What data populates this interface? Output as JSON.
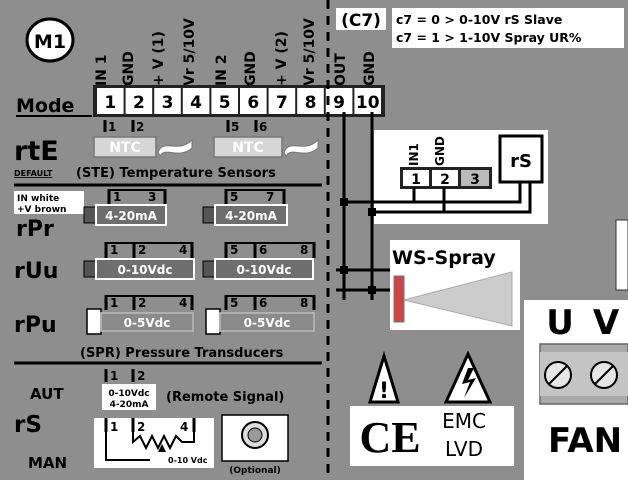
{
  "module": "M1",
  "c7_label": "(C7)",
  "c7_note_0": "c7 = 0 > 0-10V rS Slave",
  "c7_note_1": "c7 = 1 > 1-10V Spray UR%",
  "mode_label": "Mode",
  "top_labels": [
    "IN 1",
    "GND",
    "+ V (1)",
    "Vr 5/10V",
    "IN 2",
    "GND",
    "+ V (2)",
    "Vr 5/10V",
    "OUT",
    "GND"
  ],
  "terminals": [
    "1",
    "2",
    "3",
    "4",
    "5",
    "6",
    "7",
    "8",
    "9",
    "10"
  ],
  "rte": {
    "code": "rtE",
    "default": "DEFAULT",
    "desc": "(STE) Temperature Sensors",
    "pins_a": [
      "1",
      "2"
    ],
    "pins_b": [
      "5",
      "6"
    ],
    "sensor": "NTC"
  },
  "rpr": {
    "code": "rPr",
    "wire_note_0": "IN white",
    "wire_note_1": "+V brown",
    "pins_a": [
      "1",
      "3"
    ],
    "pins_b": [
      "5",
      "7"
    ],
    "signal": "4-20mA"
  },
  "ruu": {
    "code": "rUu",
    "pins_a": [
      "1",
      "2",
      "4"
    ],
    "pins_b": [
      "5",
      "6",
      "8"
    ],
    "signal": "0-10Vdc"
  },
  "rpu": {
    "code": "rPu",
    "pins_a": [
      "1",
      "2",
      "4"
    ],
    "pins_b": [
      "5",
      "6",
      "8"
    ],
    "signal": "0-5Vdc"
  },
  "spr_desc": "(SPR) Pressure Transducers",
  "rs_section": {
    "aut": "AUT",
    "code": "rS",
    "man": "MAN",
    "pins_aut": [
      "1",
      "2"
    ],
    "sig_0": "0-10Vdc",
    "sig_1": "4-20mA",
    "remote": "(Remote Signal)",
    "pins_man": [
      "1",
      "2",
      "4"
    ],
    "pot_label": "0-10 Vdc",
    "optional": "(Optional)"
  },
  "rs_box": {
    "labels": [
      "IN1",
      "GND"
    ],
    "terminals": [
      "1",
      "2",
      "3"
    ],
    "device": "rS"
  },
  "ws_spray": "WS-Spray",
  "cert": {
    "ce": "CE",
    "emc": "EMC",
    "lvd": "LVD"
  },
  "fan": {
    "u": "U",
    "v": "V",
    "label": "FAN"
  }
}
